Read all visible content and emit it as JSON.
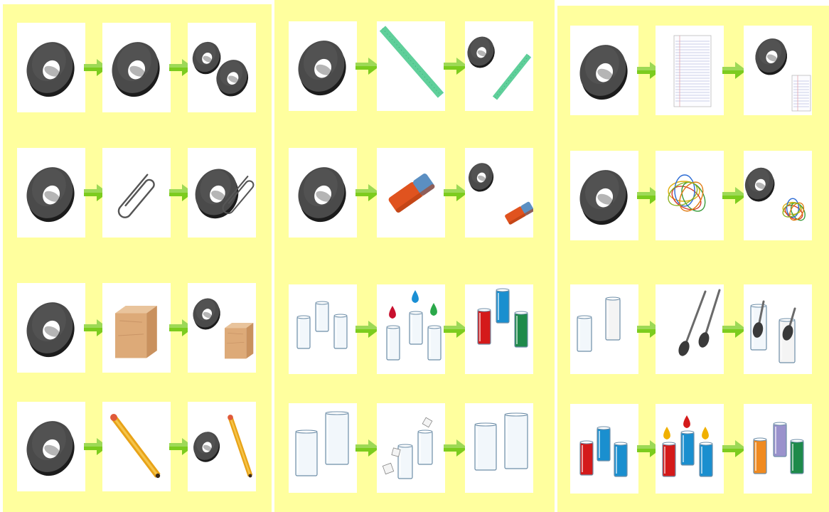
{
  "sheet": {
    "panel_color": "#ffff9e",
    "arrow_color": "#7ccc1e",
    "panels": [
      {
        "column": "left",
        "rows": [
          {
            "cards": [
              "magnet-icon",
              "magnet-icon",
              "two-magnets-icon"
            ]
          },
          {
            "cards": [
              "magnet-icon",
              "paperclip-icon",
              "magnet-with-paperclip-icon"
            ]
          },
          {
            "cards": [
              "magnet-icon",
              "wooden-block-icon",
              "magnet-and-block-icon"
            ]
          },
          {
            "cards": [
              "magnet-icon",
              "pencil-icon",
              "magnet-and-pencil-icon"
            ]
          }
        ]
      },
      {
        "column": "middle",
        "rows": [
          {
            "cards": [
              "magnet-icon",
              "ruler-icon",
              "magnet-and-ruler-icon"
            ]
          },
          {
            "cards": [
              "magnet-icon",
              "eraser-icon",
              "magnet-and-eraser-icon"
            ]
          },
          {
            "cards": [
              "three-glasses-icon",
              "colored-drops-icon",
              "colored-water-glasses-icon"
            ]
          },
          {
            "cards": [
              "two-glasses-icon",
              "sugar-cubes-icon",
              "clear-glasses-icon"
            ]
          }
        ]
      },
      {
        "column": "right",
        "rows": [
          {
            "cards": [
              "magnet-icon",
              "paper-sheet-icon",
              "magnet-and-paper-icon"
            ]
          },
          {
            "cards": [
              "magnet-icon",
              "rubber-bands-icon",
              "magnet-and-rubber-bands-icon"
            ]
          },
          {
            "cards": [
              "water-and-milk-glasses-icon",
              "spoons-icon",
              "glasses-with-spoons-icon"
            ]
          },
          {
            "cards": [
              "colored-glasses-icon",
              "paint-drops-icon",
              "mixed-color-glasses-icon"
            ]
          }
        ]
      }
    ]
  }
}
